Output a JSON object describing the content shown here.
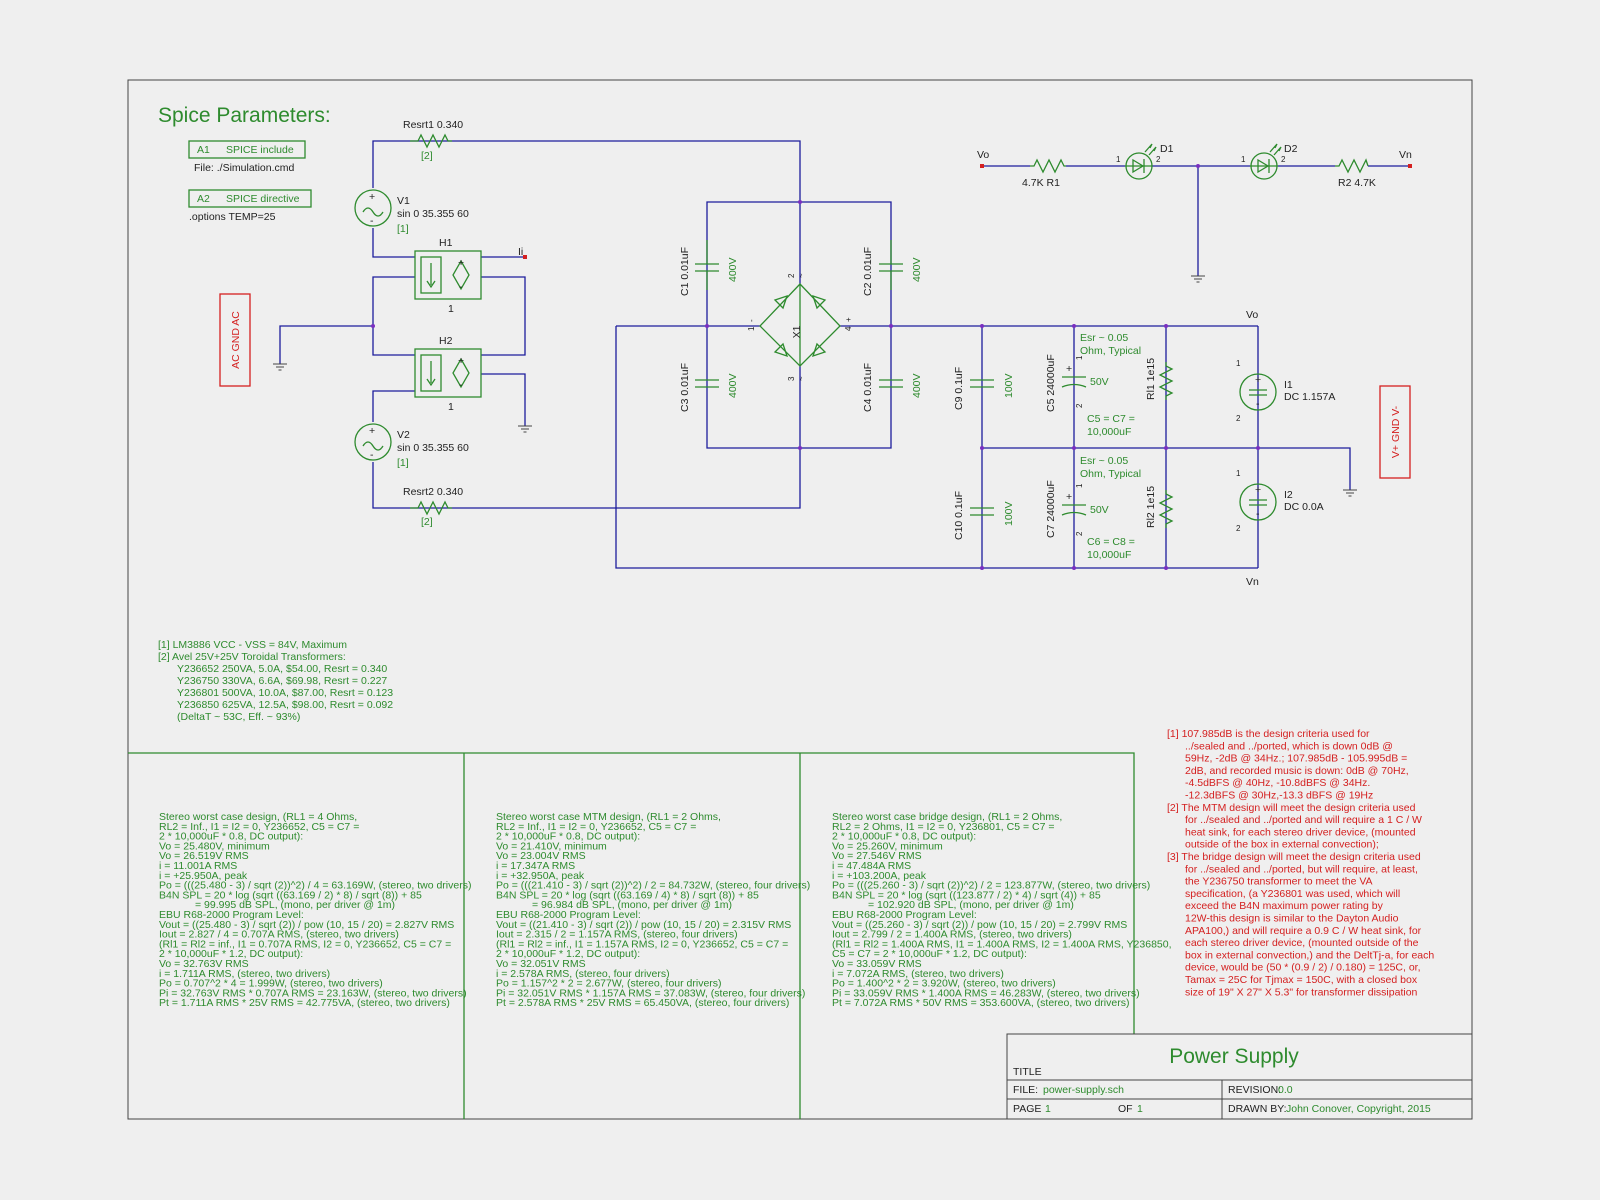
{
  "spice": {
    "heading": "Spice Parameters:",
    "a1_ref": "A1",
    "a1_type": "SPICE include",
    "a1_file": "File: ./Simulation.cmd",
    "a2_ref": "A2",
    "a2_type": "SPICE directive",
    "a2_text": ".options TEMP=25"
  },
  "components": {
    "resrt1": "Resrt1 0.340",
    "resrt1_note": "[2]",
    "resrt2": "Resrt2 0.340",
    "resrt2_note": "[2]",
    "v1": "V1",
    "v1_val": "sin 0 35.355 60",
    "v1_note": "[1]",
    "v2": "V2",
    "v2_val": "sin 0 35.355 60",
    "v2_note": "[1]",
    "h1": "H1",
    "h1_pin": "1",
    "h2": "H2",
    "h2_pin": "1",
    "ii": "Ii",
    "ac_label": "AC GND AC",
    "vgnd_label": "V+ GND V-",
    "c1": "C1 0.01uF",
    "c1_v": "400V",
    "c2": "C2 0.01uF",
    "c2_v": "400V",
    "c3": "C3 0.01uF",
    "c3_v": "400V",
    "c4": "C4 0.01uF",
    "c4_v": "400V",
    "x1": "X1",
    "c9": "C9 0.1uF",
    "c9_v": "100V",
    "c10": "C10 0.1uF",
    "c10_v": "100V",
    "c5": "C5 24000uF",
    "c5_v": "50V",
    "c7": "C7 24000uF",
    "c7_v": "50V",
    "esr1a": "Esr ~ 0.05",
    "esr1b": "Ohm, Typical",
    "esr2a": "Esr ~ 0.05",
    "esr2b": "Ohm, Typical",
    "c5c7a": "C5 = C7 =",
    "c5c7b": "10,000uF",
    "c6c8a": "C6 = C8 =",
    "c6c8b": "10,000uF",
    "rl1": "Rl1 1e15",
    "rl2": "Rl2 1e15",
    "i1": "I1",
    "i1_val": "DC 1.157A",
    "i2": "I2",
    "i2_val": "DC 0.0A",
    "vo": "Vo",
    "vn": "Vn",
    "vo_top": "Vo",
    "vn_top": "Vn",
    "r1": "4.7K R1",
    "r2": "R2 4.7K",
    "d1": "D1",
    "d2": "D2"
  },
  "notes_left": [
    "[1] LM3886 VCC - VSS = 84V, Maximum",
    "[2] Avel 25V+25V Toroidal Transformers:",
    "Y236652 250VA, 5.0A, $54.00, Resrt = 0.340",
    "Y236750 330VA, 6.6A, $69.98, Resrt = 0.227",
    "Y236801 500VA, 10.0A, $87.00, Resrt = 0.123",
    "Y236850 625VA, 12.5A, $98.00, Resrt = 0.092",
    "(DeltaT ~ 53C, Eff. ~ 93%)"
  ],
  "panel1": [
    "Stereo worst case design, (RL1 = 4 Ohms,",
    "RL2 = Inf., I1 = I2 = 0, Y236652, C5 = C7 =",
    "2 * 10,000uF * 0.8, DC output):",
    "Vo = 25.480V, minimum",
    "Vo = 26.519V RMS",
    "i = 11.001A RMS",
    "i = +25.950A, peak",
    "Po = (((25.480 - 3) / sqrt (2))^2) / 4 = 63.169W, (stereo, two drivers)",
    "B4N SPL = 20 * log (sqrt ((63.169 / 2) * 8) / sqrt (8)) + 85",
    "= 99.995 dB SPL, (mono, per driver @ 1m)",
    "EBU R68-2000 Program Level:",
    "Vout = ((25.480 - 3) / sqrt (2)) / pow (10, 15 / 20) = 2.827V RMS",
    "Iout = 2.827 / 4 = 0.707A RMS, (stereo, two drivers)",
    "(Rl1 = Rl2 = inf., I1 = 0.707A RMS, I2 = 0, Y236652, C5 = C7 =",
    "2 * 10,000uF * 1.2, DC output):",
    "Vo = 32.763V RMS",
    "i = 1.711A RMS, (stereo, two drivers)",
    "Po = 0.707^2 * 4 = 1.999W, (stereo, two drivers)",
    "Pi = 32.763V RMS * 0.707A RMS = 23.163W, (stereo, two drivers)",
    "Pt = 1.711A RMS * 25V RMS = 42.775VA, (stereo, two drivers)"
  ],
  "panel2": [
    "Stereo worst case MTM design, (RL1 = 2 Ohms,",
    "RL2 = Inf., I1 = I2 = 0, Y236652, C5 = C7 =",
    "2 * 10,000uF * 0.8, DC output):",
    "Vo = 21.410V, minimum",
    "Vo = 23.004V RMS",
    "i = 17.347A RMS",
    "i = +32.950A, peak",
    "Po = (((21.410 - 3) / sqrt (2))^2) / 2 = 84.732W, (stereo, four drivers)",
    "B4N SPL = 20 * log (sqrt ((63.169 / 4) * 8) / sqrt (8)) + 85",
    "= 96.984 dB SPL, (mono, per driver @ 1m)",
    "EBU R68-2000 Program Level:",
    "Vout = ((21.410 - 3) / sqrt (2)) / pow (10, 15 / 20) = 2.315V RMS",
    "Iout = 2.315 / 2 = 1.157A RMS, (stereo, four drivers)",
    "(Rl1 = Rl2 = inf., I1 = 1.157A RMS, I2 = 0, Y236652, C5 = C7 =",
    "2 * 10,000uF * 1.2, DC output):",
    "Vo = 32.051V RMS",
    "i = 2.578A RMS, (stereo, four drivers)",
    "Po = 1.157^2 * 2 = 2.677W, (stereo, four drivers)",
    "Pi = 32.051V RMS * 1.157A RMS = 37.083W, (stereo, four drivers)",
    "Pt = 2.578A RMS * 25V RMS = 65.450VA, (stereo, four drivers)"
  ],
  "panel3": [
    "Stereo worst case bridge design, (RL1 = 2 Ohms,",
    "RL2 = 2 Ohms, I1 = I2 = 0, Y236801, C5 = C7 =",
    "2 * 10,000uF * 0.8, DC output):",
    "Vo = 25.260V, minimum",
    "Vo = 27.546V RMS",
    "i = 47.484A RMS",
    "i = +103.200A, peak",
    "Po = (((25.260 - 3) / sqrt (2))^2) / 2 = 123.877W, (stereo, two drivers)",
    "B4N SPL = 20 * log (sqrt ((123.877 / 2) * 4) / sqrt (4)) + 85",
    "= 102.920 dB SPL, (mono, per driver @ 1m)",
    "EBU R68-2000 Program Level:",
    "Vout = ((25.260 - 3) / sqrt (2)) / pow (10, 15 / 20) = 2.799V RMS",
    "Iout = 2.799 / 2 = 1.400A RMS, (stereo, two drivers)",
    "(Rl1 = Rl2 = 1.400A RMS, I1 = 1.400A RMS, I2 = 1.400A RMS, Y236850,",
    "C5 = C7 = 2 * 10,000uF * 1.2, DC output):",
    "Vo = 33.059V RMS",
    "i = 7.072A RMS, (stereo, two drivers)",
    "Po = 1.400^2 * 2 = 3.920W, (stereo, two drivers)",
    "Pi = 33.059V RMS * 1.400A RMS = 46.283W, (stereo, two drivers)",
    "Pt = 7.072A RMS * 50V RMS = 353.600VA, (stereo, two drivers)"
  ],
  "notes_right": [
    "[1] 107.985dB is the design criteria used for",
    "../sealed and ../ported, which is down 0dB @",
    "59Hz, -2dB @ 34Hz.; 107.985dB - 105.995dB =",
    "2dB, and recorded music is down: 0dB @ 70Hz,",
    "-4.5dBFS @ 40Hz, -10.8dBFS @ 34Hz.",
    "-12.3dBFS @ 30Hz,-13.3 dBFS @ 19Hz",
    "[2] The MTM design will meet the design criteria used",
    "for ../sealed and ../ported and will require  a 1 C / W",
    "heat sink, for each stereo driver device, (mounted",
    "outside of the box in external convection);",
    "[3] The bridge design will meet the design criteria used",
    "for ../sealed and ../ported,  but will require, at least,",
    "the Y236750 transformer to meet the VA",
    "specification, (a Y236801 was used, which will",
    "exceed the B4N maximum power rating by",
    "12W-this design is similar to the Dayton Audio",
    "APA100,) and will require a 0.9 C / W heat sink, for",
    "each stereo driver device, (mounted outside of the",
    "box in external convection,) and the DeltTj-a, for each",
    "device, would be (50 * (0.9 / 2) / 0.180) = 125C, or,",
    "Tamax = 25C for Tjmax = 150C, with a closed box",
    "size of 19\" X 27\" X 5.3\" for transformer dissipation"
  ],
  "titleblock": {
    "title_label": "TITLE",
    "title": "Power Supply",
    "file_label": "FILE:",
    "file": "power-supply.sch",
    "revision_label": "REVISION:",
    "revision": "0.0",
    "page_label": "PAGE",
    "page": "1",
    "of_label": "OF",
    "of": "1",
    "drawn_label": "DRAWN BY:",
    "drawn": "John Conover, Copyright, 2015"
  },
  "colors": {
    "wire": "#1c1c9c",
    "component": "#2e8b2e",
    "annotation": "#d42020",
    "junction": "#7a2fc0"
  }
}
